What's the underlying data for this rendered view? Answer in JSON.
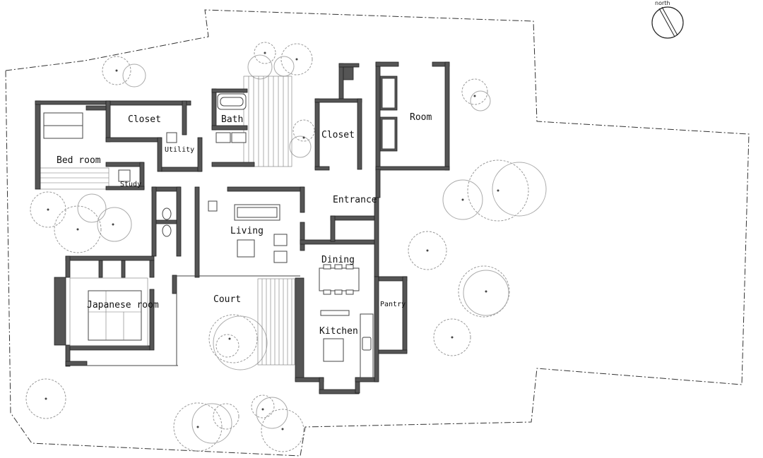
{
  "rooms": {
    "bedroom": "Bed room",
    "closet_west": "Closet",
    "utility": "Utility",
    "study": "Study",
    "bath": "Bath",
    "closet_east": "Closet",
    "room": "Room",
    "entrance": "Entrance",
    "living": "Living",
    "dining": "Dining",
    "japanese_room": "Japanese room",
    "court": "Court",
    "pantry": "Pantry",
    "kitchen": "Kitchen"
  },
  "compass": {
    "label": "north",
    "icon": "north-arrow-icon"
  }
}
